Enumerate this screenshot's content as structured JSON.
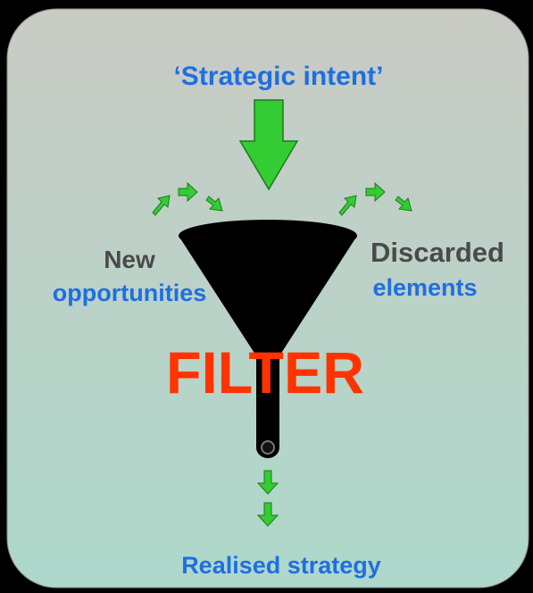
{
  "diagram": {
    "top_label": "‘Strategic intent’",
    "left_label_line1": "New",
    "left_label_line2": "opportunities",
    "right_label_line1": "Discarded",
    "right_label_line2": "elements",
    "center_label": "FILTER",
    "bottom_label": "Realised strategy"
  },
  "colors": {
    "background_top": "#c7c9c2",
    "background_bottom": "#afd7cb",
    "arrow_green": "#33cc33",
    "arrow_outline": "#1e7a1e",
    "funnel": "#000000",
    "label_blue": "#1f6fe0",
    "label_gray": "#4a4a4a",
    "filter_red": "#ff3300"
  },
  "icons": {
    "main_arrow": "down-arrow-icon",
    "small_arrows": "curved-arrow-icon",
    "funnel": "funnel-icon"
  }
}
